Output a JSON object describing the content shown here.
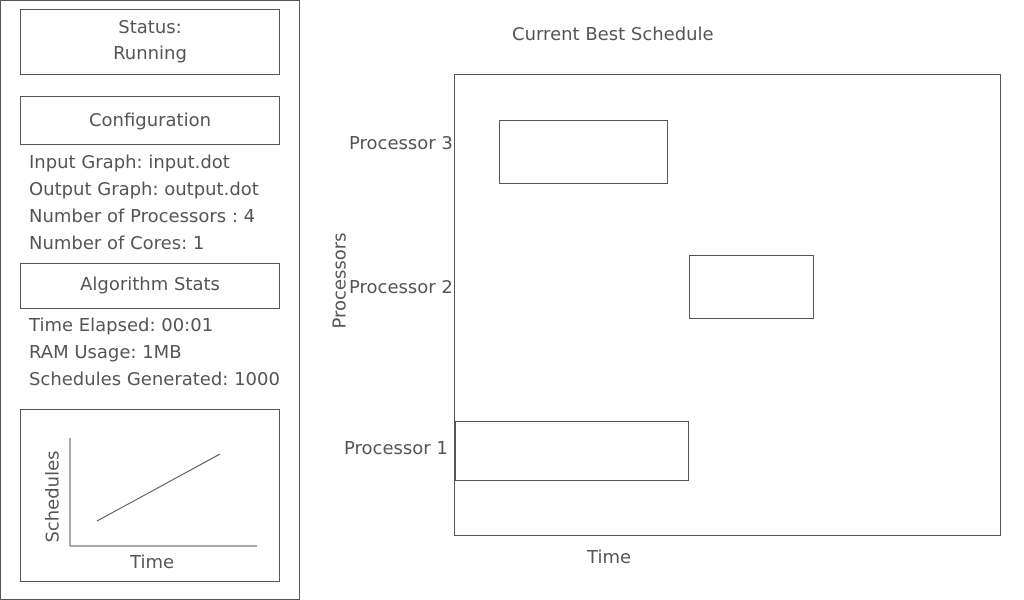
{
  "sidebar": {
    "status": {
      "label": "Status:",
      "value": "Running"
    },
    "configuration": {
      "title": "Configuration",
      "input_graph": "Input Graph: input.dot",
      "output_graph": "Output Graph: output.dot",
      "processors": "Number of Processors : 4",
      "cores": "Number of Cores: 1"
    },
    "algorithm_stats": {
      "title": "Algorithm Stats",
      "time_elapsed": "Time Elapsed: 00:01",
      "ram_usage": "RAM Usage: 1MB",
      "schedules_generated": "Schedules Generated: 1000"
    },
    "mini_chart": {
      "xlabel": "Time",
      "ylabel": "Schedules"
    }
  },
  "main": {
    "title": "Current Best Schedule",
    "xlabel": "Time",
    "ylabel": "Processors",
    "processors": [
      "Processor 3",
      "Processor 2",
      "Processor 1"
    ]
  },
  "chart_data": {
    "type": "gantt",
    "title": "Current Best Schedule",
    "xlabel": "Time",
    "ylabel": "Processors",
    "processors": [
      "Processor 1",
      "Processor 2",
      "Processor 3"
    ],
    "tasks": [
      {
        "processor": "Processor 3",
        "start": 0.08,
        "end": 0.39
      },
      {
        "processor": "Processor 2",
        "start": 0.43,
        "end": 0.66
      },
      {
        "processor": "Processor 1",
        "start": 0.0,
        "end": 0.43
      }
    ]
  },
  "colors": {
    "line": "#555555",
    "text": "#555555",
    "background": "#ffffff"
  }
}
